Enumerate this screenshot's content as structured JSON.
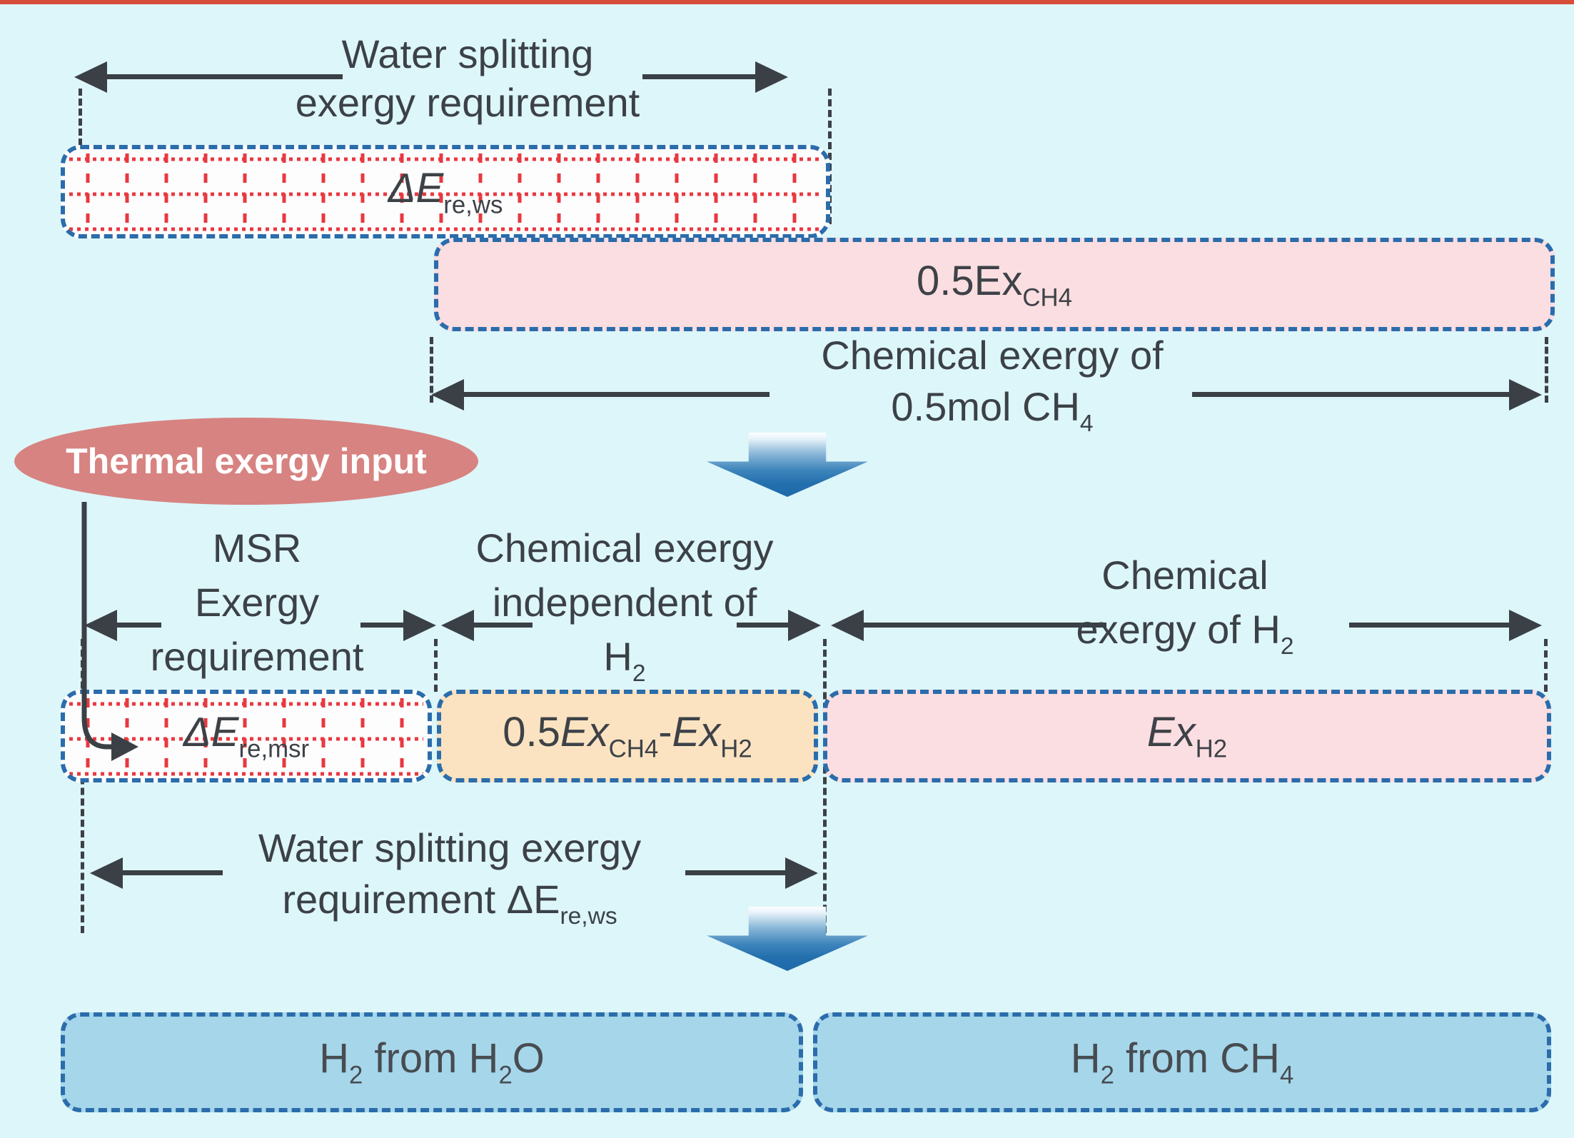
{
  "colors": {
    "background": "#ddf6f9",
    "top-strip": "#d74d3a",
    "box-border-blue": "#2b6cab",
    "hatch-red": "#e9383f",
    "pink-fill": "#fbdee1",
    "orange-fill": "#fbe3c2",
    "light-blue-fill": "#a6d6ea",
    "ellipse-fill": "#d78381",
    "arrow-dark": "#3a4046",
    "text-dark": "#3b4147",
    "blue-arrow-deep": "#1e69a9"
  },
  "top": {
    "title_line1": "Water splitting",
    "title_line2": "exergy requirement",
    "hatch_label_main": "ΔE",
    "hatch_label_sub": "re,ws",
    "pink_label_main": "0.5Ex",
    "pink_label_sub": "CH4",
    "ch4_caption_line1": "Chemical exergy of",
    "ch4_caption_line2_main": "0.5mol CH",
    "ch4_caption_line2_sub": "4"
  },
  "ellipse": {
    "label": "Thermal exergy input"
  },
  "middle": {
    "col1_line1": "MSR",
    "col1_line2": "Exergy",
    "col1_line3": "requirement",
    "col2_line1": "Chemical exergy",
    "col2_line2": "independent of",
    "col2_line3_main": "H",
    "col2_line3_sub": "2",
    "col3_line1": "Chemical",
    "col3_line2_main": "exergy of H",
    "col3_line2_sub": "2",
    "hatch_label_main": "ΔE",
    "hatch_label_sub": "re,msr",
    "orange_label": {
      "p1": "0.5",
      "p2": "Ex",
      "p2sub": "CH4",
      "p3": "-",
      "p4": "Ex",
      "p4sub": "H2"
    },
    "pink_label_main": "Ex",
    "pink_label_sub": "H2",
    "ws_caption_line1": "Water splitting exergy",
    "ws_caption_line2_main": "requirement ΔE",
    "ws_caption_line2_sub": "re,ws"
  },
  "bottom": {
    "left_box": {
      "p1": "H",
      "p1sub": "2",
      "p2": " from H",
      "p2sub": "2",
      "p3": "O"
    },
    "right_box": {
      "p1": "H",
      "p1sub": "2",
      "p2": " from CH",
      "p2sub": "4"
    }
  }
}
